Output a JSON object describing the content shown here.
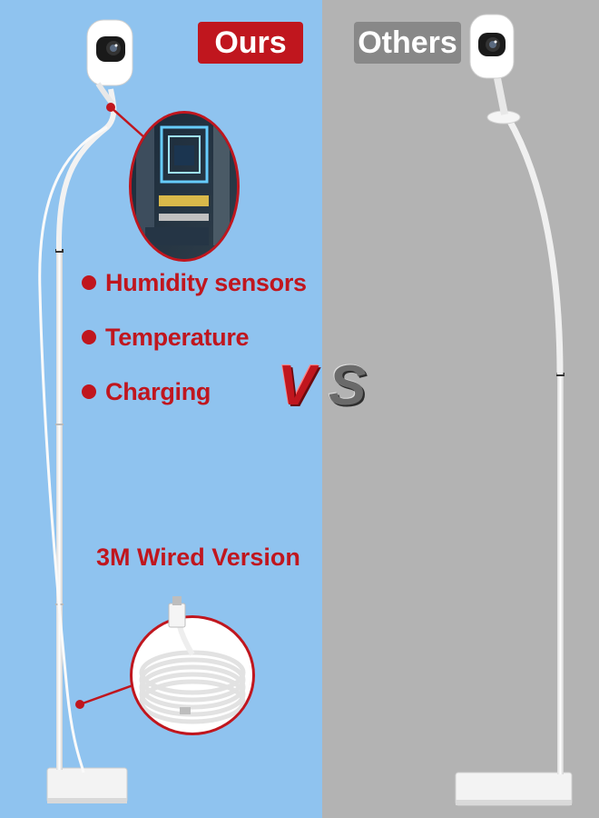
{
  "labels": {
    "ours": "Ours",
    "others": "Others",
    "v": "V",
    "s": "S",
    "wired_version": "3M Wired Version"
  },
  "features": [
    "Humidity sensors",
    "Temperature",
    "Charging"
  ],
  "colors": {
    "left_bg": "#8fc3ef",
    "right_bg": "#b3b3b3",
    "accent_red": "#c0161e",
    "others_badge": "#888888",
    "stand_white": "#f7f7f7"
  },
  "icons": {
    "circuit_zoom": "circuit-board-icon",
    "usb_cable": "usb-cable-icon"
  }
}
